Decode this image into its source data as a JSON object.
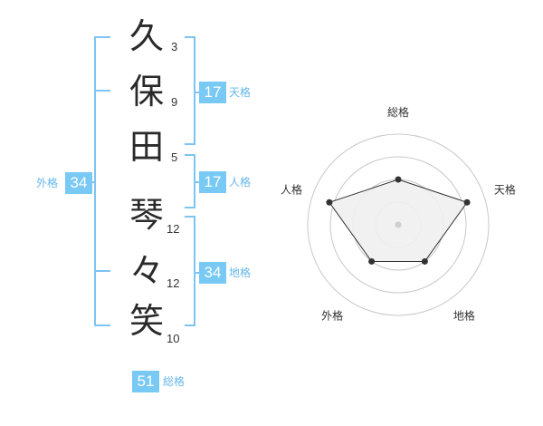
{
  "name": {
    "characters": [
      {
        "char": "久",
        "strokes": "3"
      },
      {
        "char": "保",
        "strokes": "9"
      },
      {
        "char": "田",
        "strokes": "5"
      },
      {
        "char": "琴",
        "strokes": "12"
      },
      {
        "char": "々",
        "strokes": "12"
      },
      {
        "char": "笑",
        "strokes": "10"
      }
    ]
  },
  "fortune": {
    "tenkaku": {
      "label": "天格",
      "value": "17"
    },
    "jinkaku": {
      "label": "人格",
      "value": "17"
    },
    "chikaku": {
      "label": "地格",
      "value": "34"
    },
    "gaikaku": {
      "label": "外格",
      "value": "34"
    },
    "soukaku": {
      "label": "総格",
      "value": "51"
    }
  },
  "colors": {
    "accent": "#79c9f5",
    "bracket": "#7ec4f0",
    "radar_fill": "#efefef",
    "ring": "#c8c8c8"
  },
  "chart_data": {
    "type": "radar",
    "axes": [
      "総格",
      "天格",
      "地格",
      "外格",
      "人格"
    ],
    "series": [
      {
        "values": [
          0.5,
          0.8,
          0.5,
          0.5,
          0.8
        ]
      }
    ],
    "rings": 4,
    "range": [
      0,
      1
    ]
  }
}
